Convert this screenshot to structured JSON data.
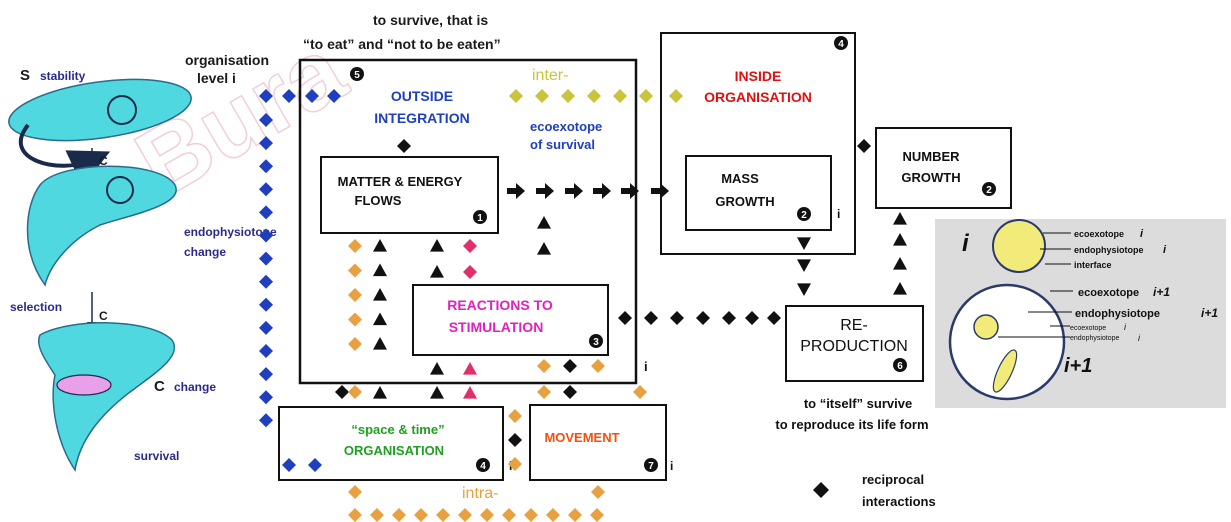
{
  "watermark": "Bura",
  "top_text": {
    "line1": "to survive, that is",
    "line2": "“to eat” and “not to be eaten”"
  },
  "org_level": {
    "line1": "organisation",
    "line2": "level  i"
  },
  "left_panel": {
    "s_letter": "S",
    "stability": "stability",
    "c1": "C",
    "endo_line1": "endophysiotope",
    "endo_line2": "change",
    "selection": "selection",
    "c2": "C",
    "c3": "C",
    "change": "change",
    "survival": "survival"
  },
  "outside_box": {
    "number": "5",
    "title_line1": "OUTSIDE",
    "title_line2": "INTEGRATION",
    "inter": "inter-",
    "ecoexotope_line1": "ecoexotope",
    "ecoexotope_line2": "of survival",
    "i_label": "i"
  },
  "matter_box": {
    "line1": "MATTER & ENERGY",
    "line2": "FLOWS",
    "number": "1"
  },
  "reactions_box": {
    "line1": "REACTIONS TO",
    "line2": "STIMULATION",
    "number": "3"
  },
  "inside_box": {
    "number": "4",
    "line1": "INSIDE",
    "line2": "ORGANISATION"
  },
  "mass_box": {
    "line1": "MASS",
    "line2": "GROWTH",
    "number": "2",
    "i_label": "i"
  },
  "number_box": {
    "line1": "NUMBER",
    "line2": "GROWTH",
    "number": "2"
  },
  "reproduction_box": {
    "line1": "RE-",
    "line2": "PRODUCTION",
    "number": "6"
  },
  "repro_caption": {
    "line1": "to “itself” survive",
    "line2": "to reproduce its life form"
  },
  "space_box": {
    "line1": "“space & time”",
    "line2": "ORGANISATION",
    "number": "4",
    "i_label": "i"
  },
  "movement_box": {
    "label": "MOVEMENT",
    "number": "7",
    "i_label": "i"
  },
  "intra": "intra-",
  "legend": {
    "line1": "reciprocal",
    "line2": "interactions"
  },
  "inset": {
    "i_label": "i",
    "ecoexotope": "ecoexotope",
    "ecoexotope_i": "i",
    "endophysiotope": "endophysiotope",
    "endophysiotope_i": "i",
    "interface": "interface",
    "ecoexotope2": "ecoexotope",
    "ecoexotope2_i": "i+1",
    "endophysiotope2": "endophysiotope",
    "endophysiotope2_i": "i+1",
    "small_ecoexotope": "ecoexotope",
    "small_ecoexotope_i": "i",
    "small_endophysiotope": "endophysiotope",
    "small_endophysiotope_i": "i",
    "i1_label": "i+1"
  },
  "colors": {
    "blue": "#1f3fbf",
    "yellow_green": "#c9c43a",
    "orange": "#e8a040",
    "pink": "#e0306a",
    "magenta": "#e020c0",
    "red": "#e01010",
    "green": "#20a020",
    "orange_red": "#f05010",
    "cyan": "#4fd8e0",
    "yellow": "#f2eb7a"
  }
}
